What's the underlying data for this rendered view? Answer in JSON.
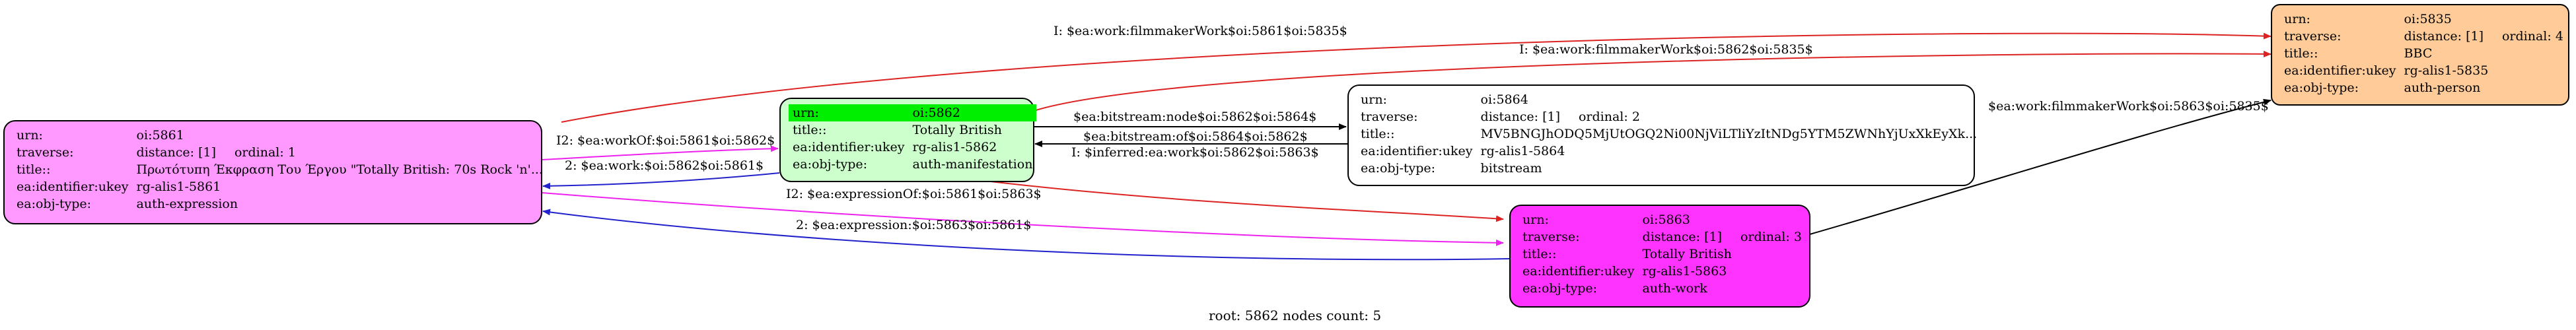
{
  "caption": "root: 5862 nodes count: 5",
  "colors": {
    "expression": "#ff99ff",
    "manifestation": "#ccffcc",
    "manifestation_header": "#00ee00",
    "bitstream": "#ffffff",
    "work": "#ff33ff",
    "person": "#ffcc99",
    "edge_red": "#dd2222",
    "edge_magenta": "#ee22ee",
    "edge_blue": "#2222cc",
    "edge_black": "#000000"
  },
  "nodes": {
    "n5835": {
      "urn_key": "urn:",
      "urn_val": "oi:5835",
      "trav_key": "traverse:",
      "trav_val": "distance: [1]",
      "trav_extra": "ordinal: 4",
      "title_key": "title::",
      "title_val": "BBC",
      "ukey_key": "ea:identifier:ukey",
      "ukey_val": "rg-alis1-5835",
      "type_key": "ea:obj-type:",
      "type_val": "auth-person"
    },
    "n5861": {
      "urn_key": "urn:",
      "urn_val": "oi:5861",
      "trav_key": "traverse:",
      "trav_val": "distance: [1]",
      "trav_extra": "ordinal: 1",
      "title_key": "title::",
      "title_val": "Πρωτότυπη Έκφραση Του Έργου \"Totally British: 70s Rock 'n'...",
      "ukey_key": "ea:identifier:ukey",
      "ukey_val": "rg-alis1-5861",
      "type_key": "ea:obj-type:",
      "type_val": "auth-expression"
    },
    "n5862": {
      "urn_key": "urn:",
      "urn_val": "oi:5862",
      "title_key": "title::",
      "title_val": "Totally British",
      "ukey_key": "ea:identifier:ukey",
      "ukey_val": "rg-alis1-5862",
      "type_key": "ea:obj-type:",
      "type_val": "auth-manifestation"
    },
    "n5864": {
      "urn_key": "urn:",
      "urn_val": "oi:5864",
      "trav_key": "traverse:",
      "trav_val": "distance: [1]",
      "trav_extra": "ordinal: 2",
      "title_key": "title::",
      "title_val": "MV5BNGJhODQ5MjUtOGQ2Ni00NjViLTliYzItNDg5YTM5ZWNhYjUxXkEyXk...",
      "ukey_key": "ea:identifier:ukey",
      "ukey_val": "rg-alis1-5864",
      "type_key": "ea:obj-type:",
      "type_val": "bitstream"
    },
    "n5863": {
      "urn_key": "urn:",
      "urn_val": "oi:5863",
      "trav_key": "traverse:",
      "trav_val": "distance: [1]",
      "trav_extra": "ordinal: 3",
      "title_key": "title::",
      "title_val": "Totally British",
      "ukey_key": "ea:identifier:ukey",
      "ukey_val": "rg-alis1-5863",
      "type_key": "ea:obj-type:",
      "type_val": "auth-work"
    }
  },
  "edges": {
    "e1": "I: $ea:work:filmmakerWork$oi:5861$oi:5835$",
    "e2": "I: $ea:work:filmmakerWork$oi:5862$oi:5835$",
    "e3": "I2: $ea:workOf:$oi:5861$oi:5862$",
    "e4": "2: $ea:work:$oi:5862$oi:5861$",
    "e5": "$ea:bitstream:node$oi:5862$oi:5864$",
    "e6": "$ea:bitstream:of$oi:5864$oi:5862$",
    "e7": "I: $inferred:ea:work$oi:5862$oi:5863$",
    "e8": "I2: $ea:expressionOf:$oi:5861$oi:5863$",
    "e9": "2: $ea:expression:$oi:5863$oi:5861$",
    "e10": "$ea:work:filmmakerWork$oi:5863$oi:5835$"
  }
}
